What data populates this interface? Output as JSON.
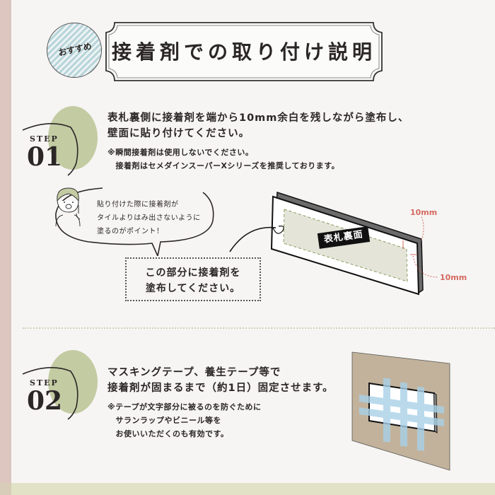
{
  "header": {
    "badge": "おすすめ",
    "title": "接着剤での取り付け説明"
  },
  "steps": [
    {
      "label": "STEP",
      "number": "01",
      "main_lines": [
        "表札裏側に接着剤を端から10mm余白を残しながら塗布し、",
        "壁面に貼り付けてください。"
      ],
      "notes": [
        "※瞬間接着剤は使用しないでください。",
        "　接着剤はセメダインスーパーXシリーズを推奨しております。"
      ]
    },
    {
      "label": "STEP",
      "number": "02",
      "main_lines": [
        "マスキングテープ、養生テープ等で",
        "接着剤が固まるまで（約1日）固定させます。"
      ],
      "notes": [
        "※テープが文字部分に被るのを防ぐために",
        "　サランラップやビニール等を",
        "　お使いいただくのも有効です。"
      ]
    }
  ],
  "tip_bubble": {
    "lines": [
      "貼り付けた際に接着剤が",
      "タイルよりはみ出さないように",
      "塗るのがポイント！"
    ]
  },
  "callout_box": {
    "lines": [
      "この部分に接着剤を",
      "塗布してください。"
    ]
  },
  "diagram1": {
    "plate_label": "表札裏面",
    "margin_top": "10mm",
    "margin_side": "10mm"
  },
  "colors": {
    "accent_green": "#c3cba2",
    "stripe_pink": "#dcc6bf",
    "measure_red": "#d46a60",
    "wall_beige": "#c2b29b",
    "tape_blue": "#a9d1e8"
  }
}
